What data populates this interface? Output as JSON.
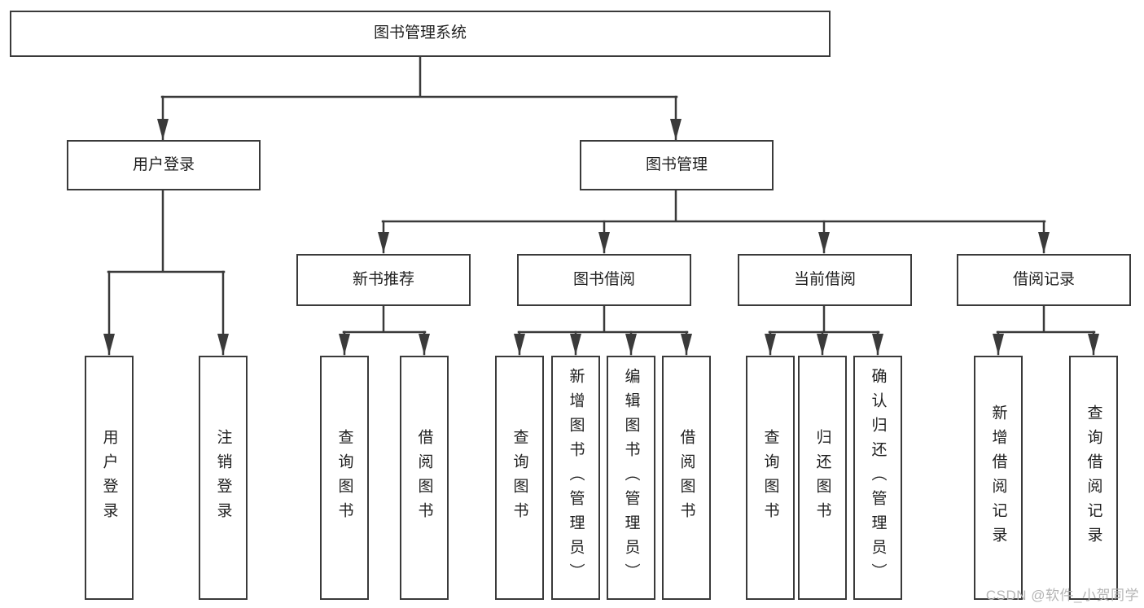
{
  "colors": {
    "background": "#ffffff",
    "line": "#3a3a3a",
    "box_border": "#3a3a3a",
    "box_background": "#ffffff",
    "text": "#1f1f1f",
    "watermark": "#b5b5b5"
  },
  "diagram": {
    "root": {
      "label": "图书管理系统"
    },
    "branches": [
      {
        "label": "用户登录",
        "children": [
          {
            "label": "用户登录"
          },
          {
            "label": "注销登录"
          }
        ]
      },
      {
        "label": "图书管理",
        "children": [
          {
            "label": "新书推荐",
            "children": [
              {
                "label": "查询图书"
              },
              {
                "label": "借阅图书"
              }
            ]
          },
          {
            "label": "图书借阅",
            "children": [
              {
                "label": "查询图书"
              },
              {
                "label": "新增图书（管理员）"
              },
              {
                "label": "编辑图书（管理员）"
              },
              {
                "label": "借阅图书"
              }
            ]
          },
          {
            "label": "当前借阅",
            "children": [
              {
                "label": "查询图书"
              },
              {
                "label": "归还图书"
              },
              {
                "label": "确认归还（管理员）"
              }
            ]
          },
          {
            "label": "借阅记录",
            "children": [
              {
                "label": "新增借阅记录"
              },
              {
                "label": "查询借阅记录"
              }
            ]
          }
        ]
      }
    ]
  },
  "watermark": {
    "text": "CSDN @软件_小贺同学"
  }
}
